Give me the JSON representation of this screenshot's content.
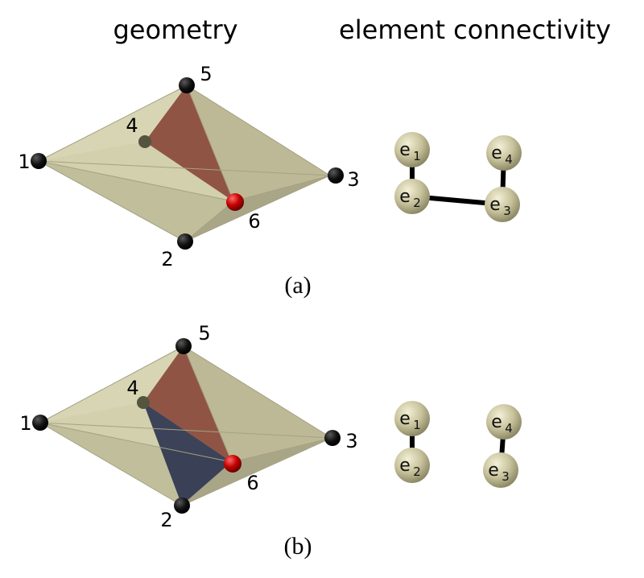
{
  "headers": {
    "geometry": "geometry",
    "connectivity": "element connectivity"
  },
  "panels": [
    {
      "caption": "(a)",
      "node_labels": [
        "1",
        "2",
        "3",
        "4",
        "5",
        "6"
      ],
      "elements": [
        {
          "letter": "e",
          "sub": "1"
        },
        {
          "letter": "e",
          "sub": "2"
        },
        {
          "letter": "e",
          "sub": "3"
        },
        {
          "letter": "e",
          "sub": "4"
        }
      ],
      "connectivity_edges": [
        [
          "e1",
          "e2"
        ],
        [
          "e2",
          "e3"
        ],
        [
          "e3",
          "e4"
        ]
      ]
    },
    {
      "caption": "(b)",
      "node_labels": [
        "1",
        "2",
        "3",
        "4",
        "5",
        "6"
      ],
      "elements": [
        {
          "letter": "e",
          "sub": "1"
        },
        {
          "letter": "e",
          "sub": "2"
        },
        {
          "letter": "e",
          "sub": "3"
        },
        {
          "letter": "e",
          "sub": "4"
        }
      ],
      "connectivity_edges": [
        [
          "e1",
          "e2"
        ],
        [
          "e3",
          "e4"
        ]
      ]
    }
  ],
  "colors": {
    "mesh_fill": "#c8c5a0",
    "mesh_edge": "#a9a585",
    "highlight_red": "#8b4a3c",
    "highlight_blue": "#2f3550",
    "node_black": "#0a0a0a",
    "node_red": "#c00000",
    "element_sphere": "#cbc6a0"
  }
}
